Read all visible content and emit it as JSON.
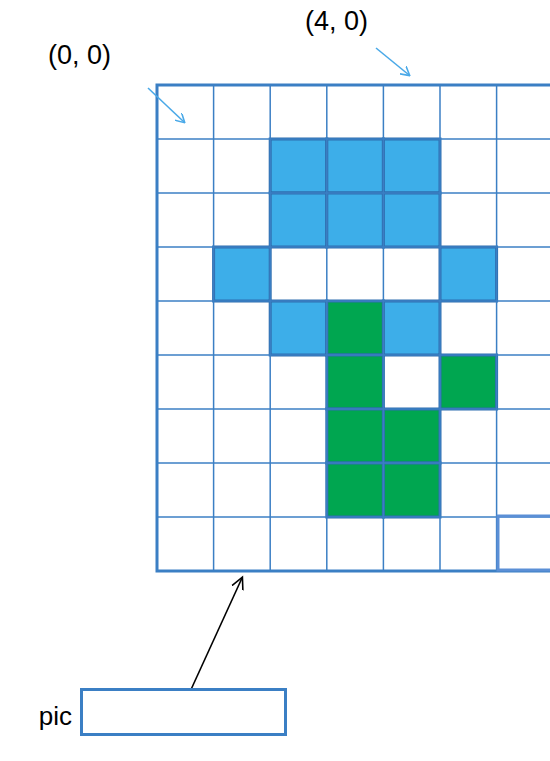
{
  "diagram": {
    "nodes": [
      {
        "text": [
          "pic"
        ]
      }
    ],
    "labels": [
      "(0, 0)",
      "(4, 0)"
    ]
  }
}
